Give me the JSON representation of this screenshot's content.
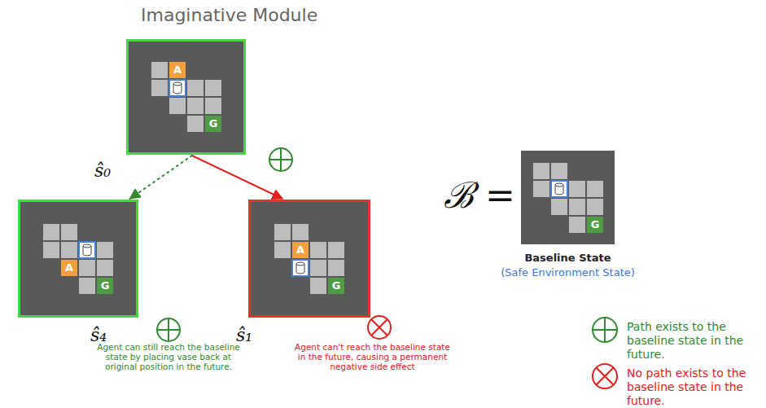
{
  "diagram": {
    "title": "Imaginative Module",
    "nodes": [
      {
        "text": [
          "A",
          "G",
          "ŝ₀"
        ]
      },
      {
        "text": [
          "A",
          "G",
          "ŝ₄"
        ]
      },
      {
        "text": [
          "A",
          "G",
          "ŝ₁"
        ]
      },
      {
        "text": [
          "G",
          "Baseline State",
          "(Safe Environment State)"
        ]
      }
    ],
    "edges": [
      {
        "from": 0,
        "to": 1,
        "arrow": "to"
      },
      {
        "from": 0,
        "to": 2,
        "arrow": "to"
      }
    ],
    "labels": [
      "Agent can still reach the baseline state by placing vase back at original position in the future.",
      "Agent can't reach the baseline state in the future, causing a permanent negative side effect",
      "ℬ ="
    ],
    "legend": [
      {
        "text": "Path exists to the baseline state in the future."
      },
      {
        "text": "No path exists to the baseline state in the future."
      }
    ]
  }
}
